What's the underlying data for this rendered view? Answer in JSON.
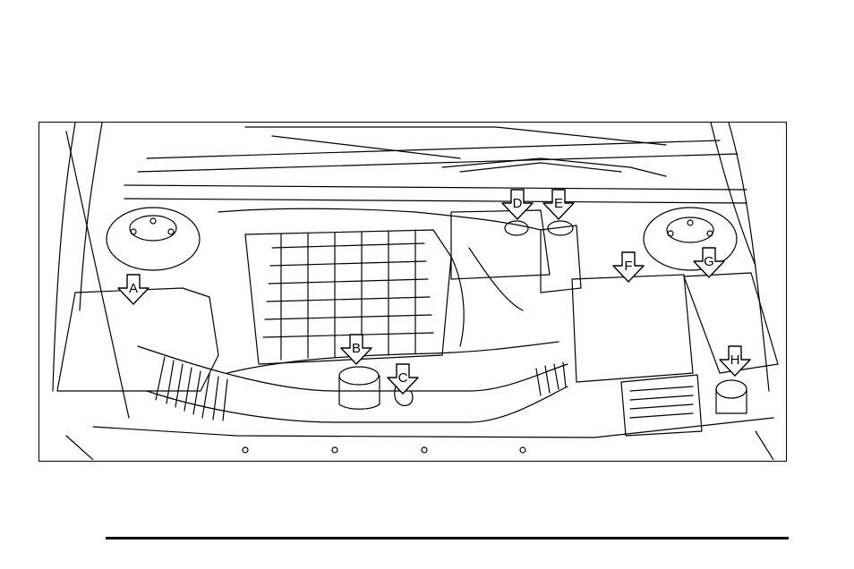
{
  "callouts": [
    {
      "id": "A",
      "label": "A"
    },
    {
      "id": "B",
      "label": "B"
    },
    {
      "id": "C",
      "label": "C"
    },
    {
      "id": "D",
      "label": "D"
    },
    {
      "id": "E",
      "label": "E"
    },
    {
      "id": "F",
      "label": "F"
    },
    {
      "id": "G",
      "label": "G"
    },
    {
      "id": "H",
      "label": "H"
    }
  ],
  "colors": {
    "line": "#000000",
    "background": "#ffffff"
  }
}
